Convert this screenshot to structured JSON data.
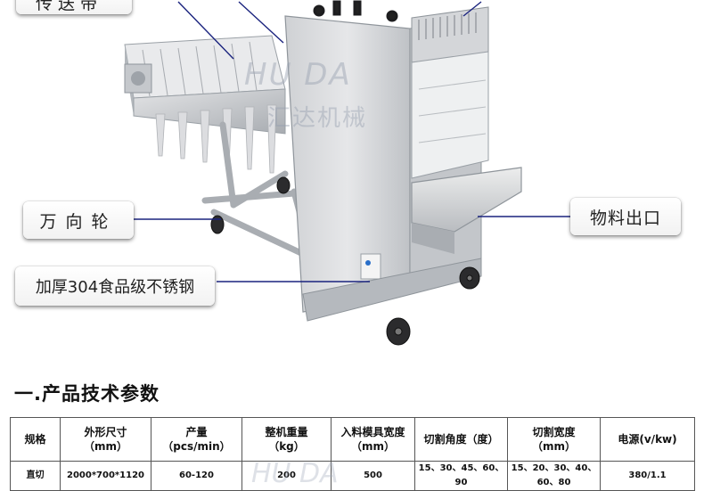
{
  "callouts": {
    "conveyor": "传送带",
    "wheel": "万向轮",
    "outlet": "物料出口",
    "steel": "加厚304食品级不锈钢"
  },
  "watermark": {
    "brand": "HU DA",
    "cn": "汇达机械",
    "table": "HU DA"
  },
  "section_title": "一.产品技术参数",
  "spec_table": {
    "headers": [
      {
        "line1": "规格",
        "line2": ""
      },
      {
        "line1": "外形尺寸",
        "line2": "（mm）"
      },
      {
        "line1": "产量",
        "line2": "（pcs/min）"
      },
      {
        "line1": "整机重量",
        "line2": "（kg）"
      },
      {
        "line1": "入料模具宽度",
        "line2": "（mm）"
      },
      {
        "line1": "切割角度（度）",
        "line2": ""
      },
      {
        "line1": "切割宽度",
        "line2": "（mm）"
      },
      {
        "line1": "电源(v/kw)",
        "line2": ""
      }
    ],
    "rows": [
      [
        "直切",
        "2000*700*1120",
        "60-120",
        "200",
        "500",
        "15、30、45、60、90",
        "15、20、30、40、60、80",
        "380/1.1"
      ]
    ]
  },
  "colors": {
    "leader_line": "#1a237e",
    "steel_light": "#d9dadc",
    "steel_dark": "#9fa3a8"
  }
}
